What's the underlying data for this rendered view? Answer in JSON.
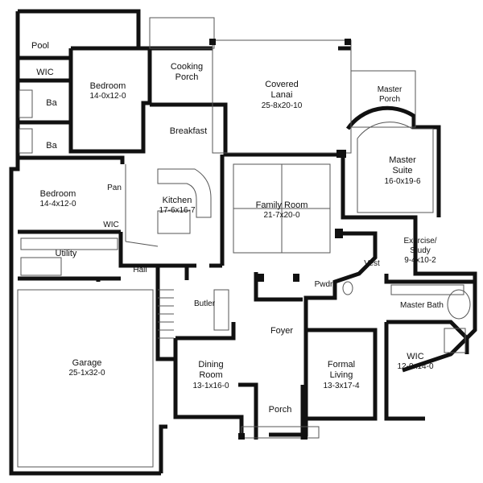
{
  "rooms": {
    "pool": {
      "name": "Pool"
    },
    "wic_upper": {
      "name": "WIC"
    },
    "bedroom_upper": {
      "name": "Bedroom",
      "dims": "14-0x12-0"
    },
    "ba_upper": {
      "name": "Ba"
    },
    "ba_lower": {
      "name": "Ba"
    },
    "cooking_porch": {
      "name_line1": "Cooking",
      "name_line2": "Porch"
    },
    "covered_lanai": {
      "name_line1": "Covered",
      "name_line2": "Lanai",
      "dims": "25-8x20-10"
    },
    "master_porch": {
      "name_line1": "Master",
      "name_line2": "Porch"
    },
    "breakfast": {
      "name": "Breakfast"
    },
    "master_suite": {
      "name_line1": "Master",
      "name_line2": "Suite",
      "dims": "16-0x19-6"
    },
    "bedroom_lower": {
      "name": "Bedroom",
      "dims": "14-4x12-0"
    },
    "pan": {
      "name": "Pan"
    },
    "kitchen": {
      "name": "Kitchen",
      "dims": "17-6x16-7"
    },
    "family_room": {
      "name": "Family Room",
      "dims": "21-7x20-0"
    },
    "wic_mid": {
      "name": "WIC"
    },
    "exercise_study": {
      "name_line1": "Exercise/",
      "name_line2": "Study",
      "dims": "9-4x10-2"
    },
    "utility": {
      "name": "Utility"
    },
    "hall": {
      "name": "Hall"
    },
    "vest": {
      "name": "Vest"
    },
    "pwdr": {
      "name": "Pwdr"
    },
    "master_bath": {
      "name": "Master Bath"
    },
    "butler": {
      "name": "Butler"
    },
    "foyer": {
      "name": "Foyer"
    },
    "garage": {
      "name": "Garage",
      "dims": "25-1x32-0"
    },
    "dining_room": {
      "name_line1": "Dining",
      "name_line2": "Room",
      "dims": "13-1x16-0"
    },
    "formal_living": {
      "name_line1": "Formal",
      "name_line2": "Living",
      "dims": "13-3x17-4"
    },
    "wic_lower": {
      "name": "WIC",
      "dims": "12-0x14-0"
    },
    "porch": {
      "name": "Porch"
    }
  },
  "colors": {
    "wall": "#111111",
    "line": "#333333",
    "thin": "#777777",
    "background": "#ffffff"
  }
}
